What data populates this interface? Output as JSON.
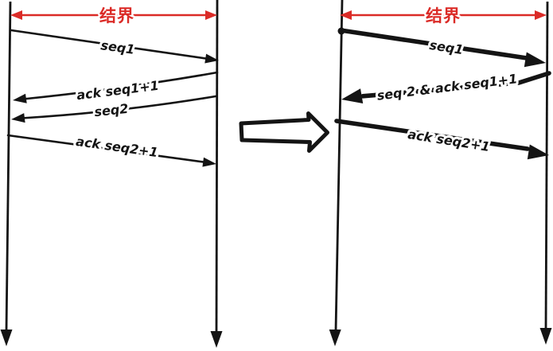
{
  "left_diagram": {
    "boundary_label": "结界",
    "messages": [
      {
        "label": "seq1",
        "direction": "left-to-right",
        "weight": "thin"
      },
      {
        "label": "ack seq1+1",
        "direction": "right-to-left",
        "weight": "thin"
      },
      {
        "label": "seq2",
        "direction": "right-to-left",
        "weight": "thin"
      },
      {
        "label": "ack seq2+1",
        "direction": "left-to-right",
        "weight": "thin"
      }
    ]
  },
  "right_diagram": {
    "boundary_label": "结界",
    "messages": [
      {
        "label": "seq1",
        "direction": "left-to-right",
        "weight": "bold"
      },
      {
        "label": "seq 2 & ack seq1+1",
        "direction": "right-to-left",
        "weight": "bold"
      },
      {
        "label": "ack seq2+1",
        "direction": "left-to-right",
        "weight": "bold"
      }
    ]
  },
  "transform_arrow": {
    "icon": "hollow-right-arrow",
    "meaning": "left diagram transforms to right diagram"
  },
  "colors": {
    "boundary_red": "#db2b27",
    "ink_black": "#141414",
    "background": "#ffffff"
  }
}
